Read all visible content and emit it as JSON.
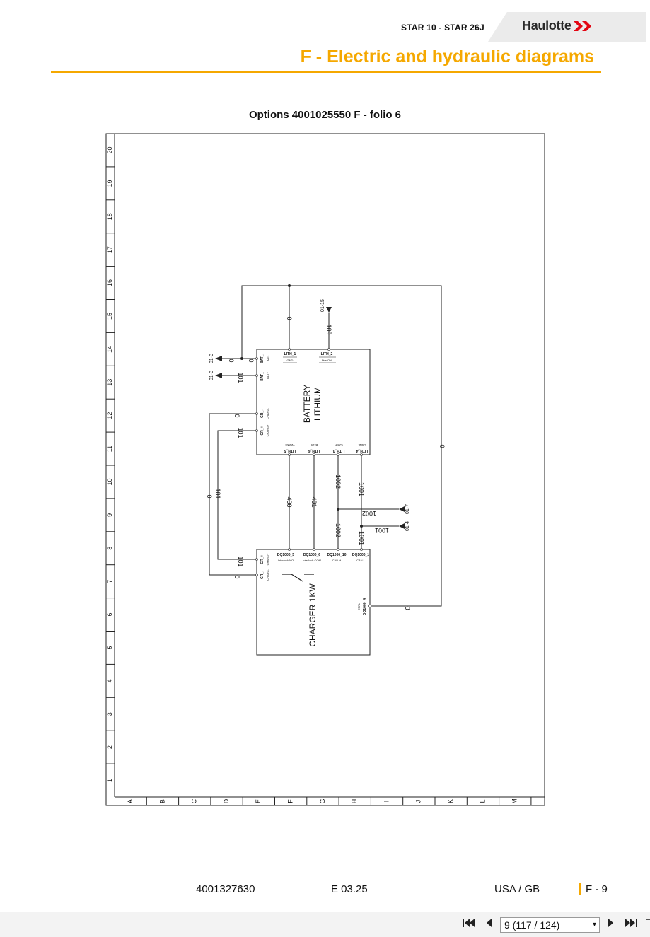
{
  "header": {
    "model": "STAR 10 - STAR 26J",
    "brand": "Haulotte",
    "section_title": "F - Electric and hydraulic diagrams"
  },
  "diagram": {
    "title": "Options 4001025550 F - folio 6",
    "grid_rows": [
      "1",
      "2",
      "3",
      "4",
      "5",
      "6",
      "7",
      "8",
      "9",
      "10",
      "11",
      "12",
      "13",
      "14",
      "15",
      "16",
      "17",
      "18",
      "19",
      "20"
    ],
    "grid_cols": [
      "A",
      "B",
      "C",
      "D",
      "E",
      "F",
      "G",
      "H",
      "I",
      "J",
      "K",
      "L",
      "M"
    ],
    "battery": {
      "name_line1": "BATTERY",
      "name_line2": "LITHIUM",
      "pins_top": [
        {
          "id": "LITH_1",
          "label": "GND"
        },
        {
          "id": "LITH_2",
          "label": "Pwr ON"
        }
      ],
      "pins_left": [
        {
          "id": "BAT_-",
          "label": "BAT-"
        },
        {
          "id": "BAT_+",
          "label": "BAT+"
        },
        {
          "id": "CR_-",
          "label": "CHARG-"
        },
        {
          "id": "CR_+",
          "label": "CHARG+"
        }
      ],
      "pins_bottom": [
        {
          "id": "LITH_5",
          "label": "+WAKE"
        },
        {
          "id": "LITH_6",
          "label": "BLUE"
        },
        {
          "id": "LITH_3",
          "label": "CANH"
        },
        {
          "id": "LITH_4",
          "label": "CANL"
        }
      ]
    },
    "charger": {
      "name": "CHARGER 1KW",
      "pins_top": [
        {
          "id": "DQ1000_5",
          "label": "Interlock NO"
        },
        {
          "id": "DQ1000_6",
          "label": "Interlock COM"
        },
        {
          "id": "DQ1000_10",
          "label": "CAN H"
        },
        {
          "id": "DQ1000_1",
          "label": "CAN L"
        }
      ],
      "pins_left": [
        {
          "id": "CR_+",
          "label": "CHARG+"
        },
        {
          "id": "CR_-",
          "label": "CHARG-"
        }
      ],
      "pin_right": {
        "id": "DQ1000_4",
        "label": "CTRL"
      }
    },
    "wires": {
      "w0": "0",
      "w101": "101",
      "w109": "109",
      "w400": "400",
      "w401": "401",
      "w1002": "1002",
      "w1001": "1001"
    },
    "refs": {
      "r_01_3": "01-3",
      "r_01_15": "01-15",
      "r_01_7": "01-7",
      "r_01_4": "01-4"
    }
  },
  "footer": {
    "doc_number": "4001327630",
    "edition": "E 03.25",
    "locale": "USA / GB",
    "page": "F - 9"
  },
  "viewer": {
    "page_indicator": "9 (117 / 124)"
  }
}
